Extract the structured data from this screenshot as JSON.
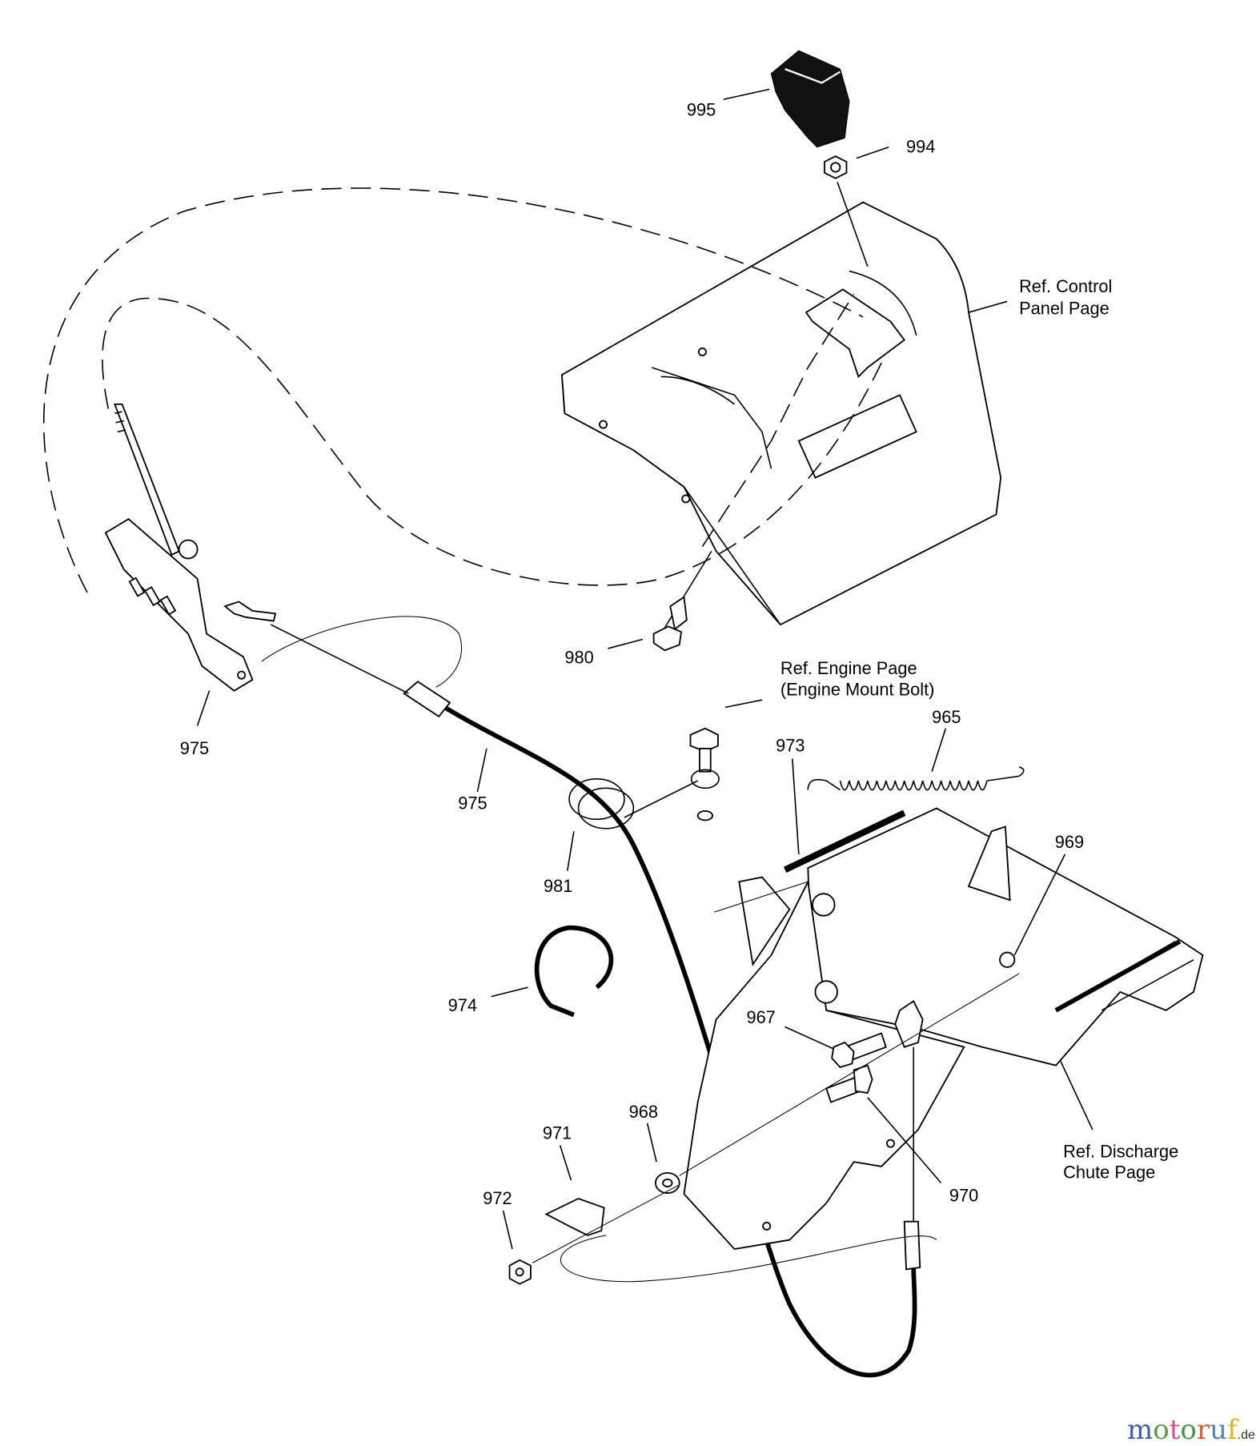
{
  "labels": {
    "p995": "995",
    "p994": "994",
    "ref_control_1": "Ref. Control",
    "ref_control_2": "Panel Page",
    "p980": "980",
    "p975a": "975",
    "p975b": "975",
    "ref_engine_1": "Ref. Engine Page",
    "ref_engine_2": "(Engine Mount Bolt)",
    "p965": "965",
    "p973": "973",
    "p969": "969",
    "p981": "981",
    "p974": "974",
    "p967": "967",
    "p968": "968",
    "p971": "971",
    "p972": "972",
    "p970": "970",
    "ref_chute_1": "Ref. Discharge",
    "ref_chute_2": "Chute Page"
  },
  "watermark": {
    "name": "motoruf",
    "suffix": ".de"
  }
}
